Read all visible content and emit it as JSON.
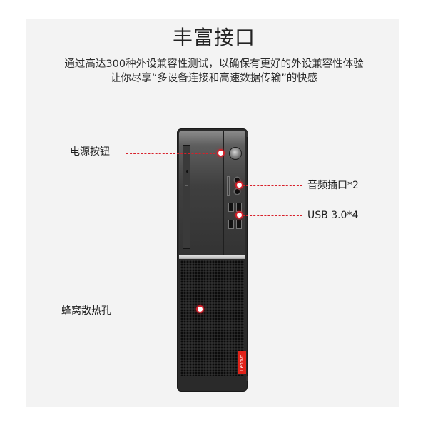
{
  "header": {
    "title": "丰富接口",
    "subtitle_line1": "通过高达300种外设兼容性测试，以确保有更好的外设兼容性体验",
    "subtitle_line2": "让你尽享“多设备连接和高速数据传输”的快感"
  },
  "product": {
    "brand_badge": "Lenovo",
    "colors": {
      "accent_red": "#e2231a",
      "callout_red": "#d7202a",
      "panel_bg": "#f3f3f3"
    }
  },
  "callouts": [
    {
      "label": "电源按钮",
      "side": "left"
    },
    {
      "label": "音频插口*2",
      "side": "right"
    },
    {
      "label": "USB 3.0*4",
      "side": "right"
    },
    {
      "label": "蜂窝散热孔",
      "side": "left"
    }
  ]
}
